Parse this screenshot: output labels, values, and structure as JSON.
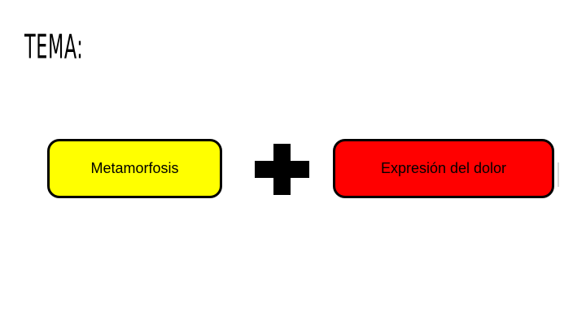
{
  "slide": {
    "background_color": "#ffffff",
    "title": "TEMA:",
    "shapes": [
      {
        "name": "metamorfosis",
        "label": "Metamorfosis",
        "fill_color": "#ffff00",
        "border_color": "#000000",
        "text_color": "#000000"
      },
      {
        "name": "expresion-del-dolor",
        "label": "Expresión del dolor",
        "fill_color": "#ff0000",
        "border_color": "#000000",
        "text_color": "#000000"
      }
    ],
    "connector": {
      "name": "plus-sign",
      "symbol": "+",
      "color": "#000000"
    }
  }
}
